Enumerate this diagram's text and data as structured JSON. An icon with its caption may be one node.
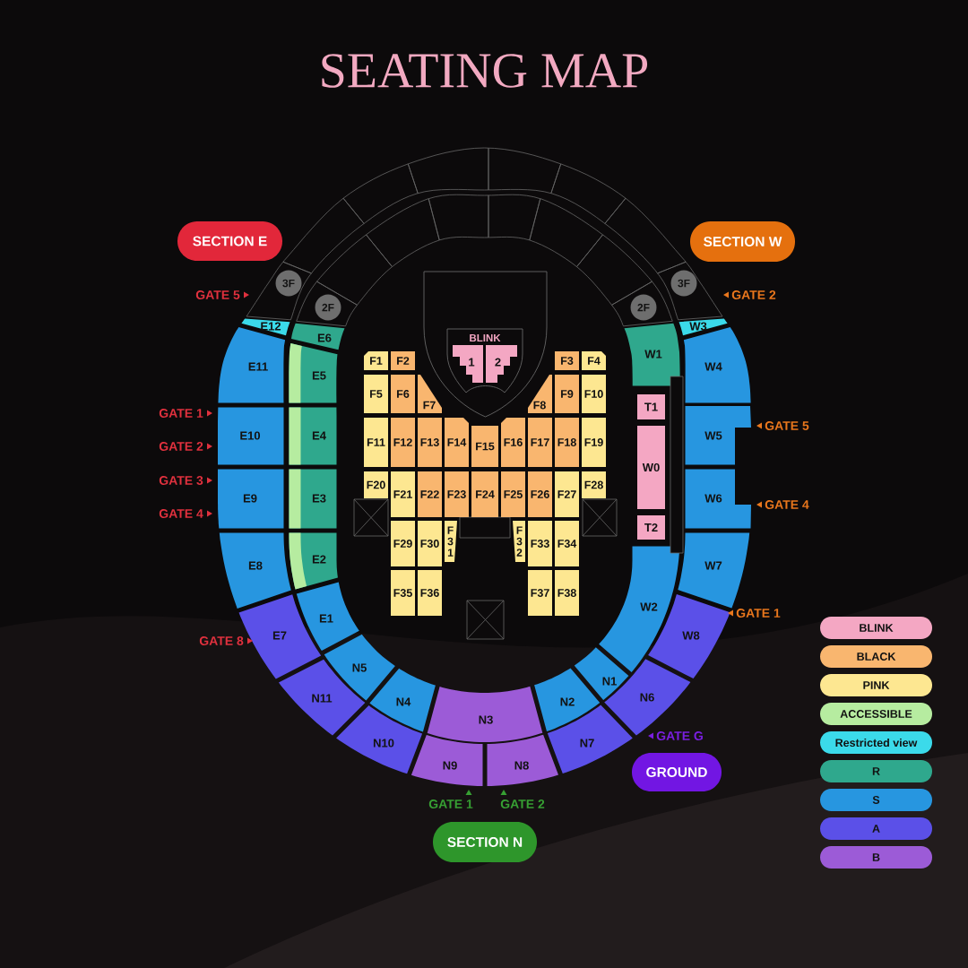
{
  "diagram": {
    "title": "SEATING MAP",
    "nodes": [
      {
        "text": [
          "SECTION E"
        ]
      },
      {
        "text": [
          "SECTION W"
        ]
      },
      {
        "text": [
          "3F"
        ]
      },
      {
        "text": [
          "2F"
        ]
      },
      {
        "text": [
          "2F"
        ]
      },
      {
        "text": [
          "3F"
        ]
      },
      {
        "text": [
          "BLINK"
        ]
      },
      {
        "text": [
          "1"
        ],
        "in": 6
      },
      {
        "text": [
          "2"
        ],
        "in": 6
      },
      {
        "text": [
          "F1"
        ]
      },
      {
        "text": [
          "F2"
        ]
      },
      {
        "text": [
          "F3"
        ]
      },
      {
        "text": [
          "F4"
        ]
      },
      {
        "text": [
          "F5"
        ]
      },
      {
        "text": [
          "F6"
        ]
      },
      {
        "text": [
          "F7"
        ]
      },
      {
        "text": [
          "F8"
        ]
      },
      {
        "text": [
          "F9"
        ]
      },
      {
        "text": [
          "F10"
        ]
      },
      {
        "text": [
          "F11"
        ]
      },
      {
        "text": [
          "F12"
        ]
      },
      {
        "text": [
          "F13"
        ]
      },
      {
        "text": [
          "F14"
        ]
      },
      {
        "text": [
          "F15"
        ]
      },
      {
        "text": [
          "F16"
        ]
      },
      {
        "text": [
          "F17"
        ]
      },
      {
        "text": [
          "F18"
        ]
      },
      {
        "text": [
          "F19"
        ]
      },
      {
        "text": [
          "F20"
        ]
      },
      {
        "text": [
          "F21"
        ]
      },
      {
        "text": [
          "F22"
        ]
      },
      {
        "text": [
          "F23"
        ]
      },
      {
        "text": [
          "F24"
        ]
      },
      {
        "text": [
          "F25"
        ]
      },
      {
        "text": [
          "F26"
        ]
      },
      {
        "text": [
          "F27"
        ]
      },
      {
        "text": [
          "F28"
        ]
      },
      {
        "text": [
          "F29"
        ]
      },
      {
        "text": [
          "F30"
        ]
      },
      {
        "text": [
          "F31"
        ]
      },
      {
        "text": [
          "F32"
        ]
      },
      {
        "text": [
          "F33"
        ]
      },
      {
        "text": [
          "F34"
        ]
      },
      {
        "text": [
          "F35"
        ]
      },
      {
        "text": [
          "F36"
        ]
      },
      {
        "text": [
          "F37"
        ]
      },
      {
        "text": [
          "F38"
        ]
      },
      {
        "text": [
          "E1"
        ]
      },
      {
        "text": [
          "E2"
        ]
      },
      {
        "text": [
          "E3"
        ]
      },
      {
        "text": [
          "E4"
        ]
      },
      {
        "text": [
          "E5"
        ]
      },
      {
        "text": [
          "E6"
        ]
      },
      {
        "text": [
          "E7"
        ]
      },
      {
        "text": [
          "E8"
        ]
      },
      {
        "text": [
          "E9"
        ]
      },
      {
        "text": [
          "E10"
        ]
      },
      {
        "text": [
          "E11"
        ]
      },
      {
        "text": [
          "E12"
        ]
      },
      {
        "text": [
          "W0"
        ]
      },
      {
        "text": [
          "W1"
        ]
      },
      {
        "text": [
          "W2"
        ]
      },
      {
        "text": [
          "W3"
        ]
      },
      {
        "text": [
          "W4"
        ]
      },
      {
        "text": [
          "W5"
        ]
      },
      {
        "text": [
          "W6"
        ]
      },
      {
        "text": [
          "W7"
        ]
      },
      {
        "text": [
          "W8"
        ]
      },
      {
        "text": [
          "T1"
        ]
      },
      {
        "text": [
          "T2"
        ]
      },
      {
        "text": [
          "N1"
        ]
      },
      {
        "text": [
          "N2"
        ]
      },
      {
        "text": [
          "N3"
        ]
      },
      {
        "text": [
          "N4"
        ]
      },
      {
        "text": [
          "N5"
        ]
      },
      {
        "text": [
          "N6"
        ]
      },
      {
        "text": [
          "N7"
        ]
      },
      {
        "text": [
          "N8"
        ]
      },
      {
        "text": [
          "N9"
        ]
      },
      {
        "text": [
          "N10"
        ]
      },
      {
        "text": [
          "N11"
        ]
      },
      {
        "text": [
          "SECTION N"
        ]
      },
      {
        "text": [
          "GROUND"
        ]
      },
      {
        "text": [],
        "shape": "bar"
      }
    ],
    "labels": [
      "GATE 5",
      "GATE 2",
      "GATE 1",
      "GATE 5",
      "GATE 2",
      "GATE 3",
      "GATE 4",
      "GATE 4",
      "GATE 1",
      "GATE 8",
      "GATE G",
      "GATE 1",
      "GATE 2"
    ],
    "legend": [
      {
        "text": "BLINK",
        "color": "#f4a7c3"
      },
      {
        "text": "BLACK",
        "color": "#f9b66f"
      },
      {
        "text": "PINK",
        "color": "#fde791"
      },
      {
        "text": "ACCESSIBLE",
        "color": "#b6eca0"
      },
      {
        "text": "Restricted view",
        "color": "#3bdaea"
      },
      {
        "text": "R",
        "color": "#2fa88d"
      },
      {
        "text": "S",
        "color": "#2796e0"
      },
      {
        "text": "A",
        "color": "#5b50e8"
      },
      {
        "text": "B",
        "color": "#9c5bd7"
      }
    ]
  }
}
